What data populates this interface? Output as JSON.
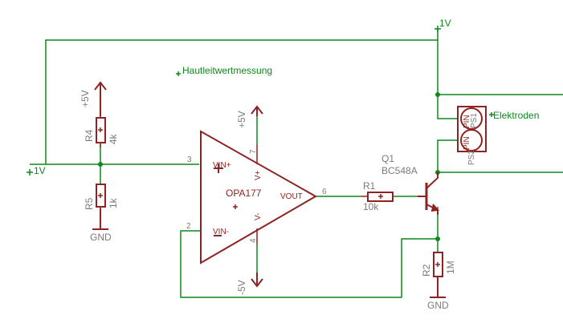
{
  "net_labels": {
    "supply_top": "1V",
    "supply_left": "1V",
    "title": "Hautleitwertmessung",
    "electrodes": "Elektroden"
  },
  "opamp": {
    "name": "OPA177",
    "pin_vin_plus": "VIN+",
    "pin_vin_minus": "VIN-",
    "pin_vout": "VOUT",
    "pin_vplus": "V+",
    "pin_vminus": "V-",
    "pin3": "3",
    "pin2": "2",
    "pin6": "6",
    "pin7": "7",
    "pin4": "4",
    "plus_sign": "+",
    "minus_sign": "−",
    "center_mark": "+"
  },
  "power": {
    "plus5_a": "+5V",
    "plus5_b": "+5V",
    "minus5": "-5V",
    "gnd1": "GND",
    "gnd2": "GND"
  },
  "components": {
    "R4": {
      "name": "R4",
      "value": "4k"
    },
    "R5": {
      "name": "R5",
      "value": "1k"
    },
    "R1": {
      "name": "R1",
      "value": "10k"
    },
    "R2": {
      "name": "R2",
      "value": "1M"
    },
    "Q1": {
      "name": "Q1",
      "value": "BC548A"
    },
    "PS1": {
      "name": "PS1",
      "pin": "PIN"
    },
    "PS2": {
      "name": "PS2",
      "pin": "PIN"
    }
  },
  "colors": {
    "net": "#0d8a1a",
    "symbol": "#8e2323",
    "value_text": "#7a7a7a",
    "background": "#ffffff"
  }
}
